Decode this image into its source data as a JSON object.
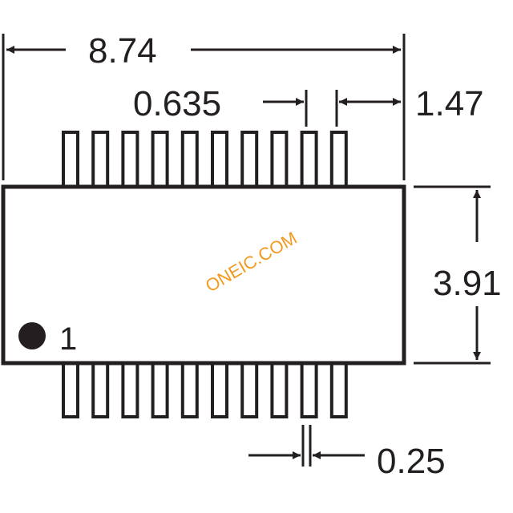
{
  "drawing": {
    "width_label": "8.74",
    "pitch_label": "0.635",
    "end_pitch_label": "1.47",
    "height_label": "3.91",
    "lead_width_label": "0.25",
    "pin1_label": "1",
    "watermark": "ONEIC.COM",
    "pins_per_side": 10,
    "colors": {
      "line": "#231f20",
      "watermark": "#f39a1e",
      "background": "#ffffff"
    }
  }
}
